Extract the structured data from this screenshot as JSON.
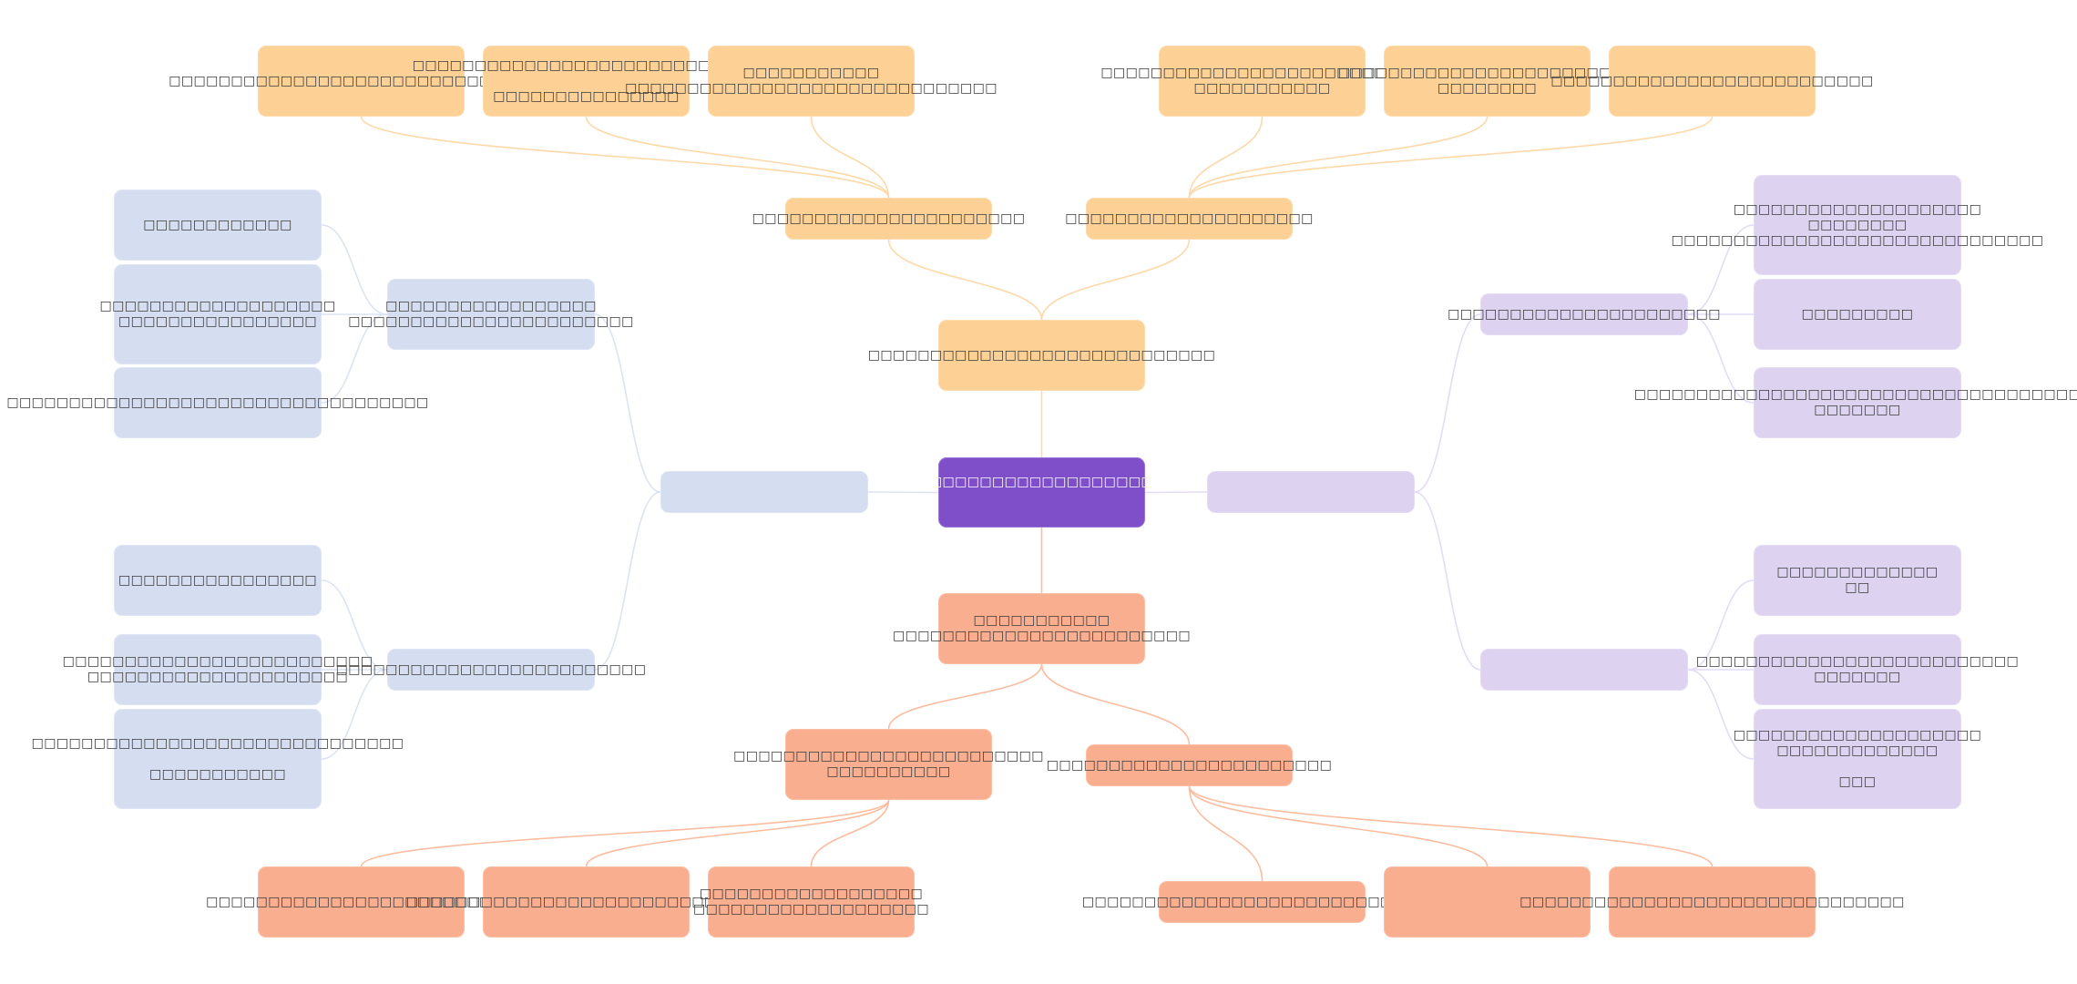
{
  "colors": {
    "root": "#7e4fc9",
    "yellow_branch": "#fdd095",
    "yellow_edge": "#fdd9a9",
    "orange_branch": "#faae90",
    "orange_edge": "#fbbc9f",
    "blue_branch": "#d5ddf1",
    "blue_edge": "#dde3f3",
    "purple_branch": "#ddd3f1",
    "purple_edge": "#e4dcf5"
  },
  "root": {
    "label": "□□□□□□□□□□□□□□□□□□□□□□□□□□"
  },
  "yellow": {
    "label": "□□□□□□□□□□□□□□□□□□□□□□□□□□□□",
    "children": [
      {
        "label": "□□□□□□□□□□□□□□□□□□□□□□",
        "children": [
          {
            "label": "□□□□□□□□□□□□□□□□□□□□□□□□□□□□□□□"
          },
          {
            "label": "□□□□□□□□□□□□□□□□□□□□□□□□□□□□\n\n□□□□□□□□□□□□□□□"
          },
          {
            "label": "□□□□□□□□□□□\n□□□□□□□□□□□□□□□□□□□□□□□□□□□□□□"
          }
        ]
      },
      {
        "label": "□□□□□□□□□□□□□□□□□□□□",
        "children": [
          {
            "label": "□□□□□□□□□□□□□□□□□□□□□□□□□□\n□□□□□□□□□□□"
          },
          {
            "label": "□□□□□□□□□□□□□□□□□□□□□□□□\n□□□□□□□□"
          },
          {
            "label": "□□□□□□□□□□□□□□□□□□□□□□□□□□"
          }
        ]
      }
    ]
  },
  "orange": {
    "label": "□□□□□□□□□□□\n□□□□□□□□□□□□□□□□□□□□□□□□",
    "children": [
      {
        "label": "□□□□□□□□□□□□□□□□□□□□□□□□□\n□□□□□□□□□□",
        "children": [
          {
            "label": "□□□□□□□□□□□□□□□□□□□□□□□□□"
          },
          {
            "label": "□□□□□□□□□□□□□□□□□□□□□□□□□□□□□"
          },
          {
            "label": "□□□□□□□□□□□□□□□□□□\n□□□□□□□□□□□□□□□□□□□"
          }
        ]
      },
      {
        "label": "□□□□□□□□□□□□□□□□□□□□□□□",
        "children": [
          {
            "label": "□□□□□□□□□□□□□□□□□□□□□□□□□□□□□"
          },
          {
            "label": ""
          },
          {
            "label": "□□□□□□□□□□□□□□□□□□□□□□□□□□□□□□□"
          }
        ]
      }
    ]
  },
  "blue": {
    "label": "",
    "children": [
      {
        "label": "□□□□□□□□□□□□□□□□□\n□□□□□□□□□□□□□□□□□□□□□□□",
        "children": [
          {
            "label": "□□□□□□□□□□□□"
          },
          {
            "label": "□□□□□□□□□□□□□□□□□□□\n□□□□□□□□□□□□□□□□"
          },
          {
            "label": "□□□□□□□□□□□□□□□□□□□□□□□□□□□□□□□□□□"
          }
        ]
      },
      {
        "label": "□□□□□□□□□□□□□□□□□□□□□□□□□",
        "children": [
          {
            "label": "□□□□□□□□□□□□□□□□"
          },
          {
            "label": "□□□□□□□□□□□□□□□□□□□□□□□□□\n□□□□□□□□□□□□□□□□□□□□□"
          },
          {
            "label": "□□□□□□□□□□□□□□□□□□□□□□□□□□□□□□\n\n□□□□□□□□□□□"
          }
        ]
      }
    ]
  },
  "purple": {
    "label": "",
    "children": [
      {
        "label": "□□□□□□□□□□□□□□□□□□□□□□",
        "children": [
          {
            "label": "□□□□□□□□□□□□□□□□□□□□\n□□□□□□□□\n□□□□□□□□□□□□□□□□□□□□□□□□□□□□□□"
          },
          {
            "label": "□□□□□□□□□"
          },
          {
            "label": "□□□□□□□□□□□□□□□□□□□□□□□□□□□□□□□□□□□□\n□□□□□□□"
          }
        ]
      },
      {
        "label": "",
        "children": [
          {
            "label": "□□□□□□□□□□□□□\n□□"
          },
          {
            "label": "□□□□□□□□□□□□□□□□□□□□□□□□□□\n□□□□□□□"
          },
          {
            "label": "□□□□□□□□□□□□□□□□□□□□\n□□□□□□□□□□□□□\n\n□□□"
          }
        ]
      }
    ]
  }
}
